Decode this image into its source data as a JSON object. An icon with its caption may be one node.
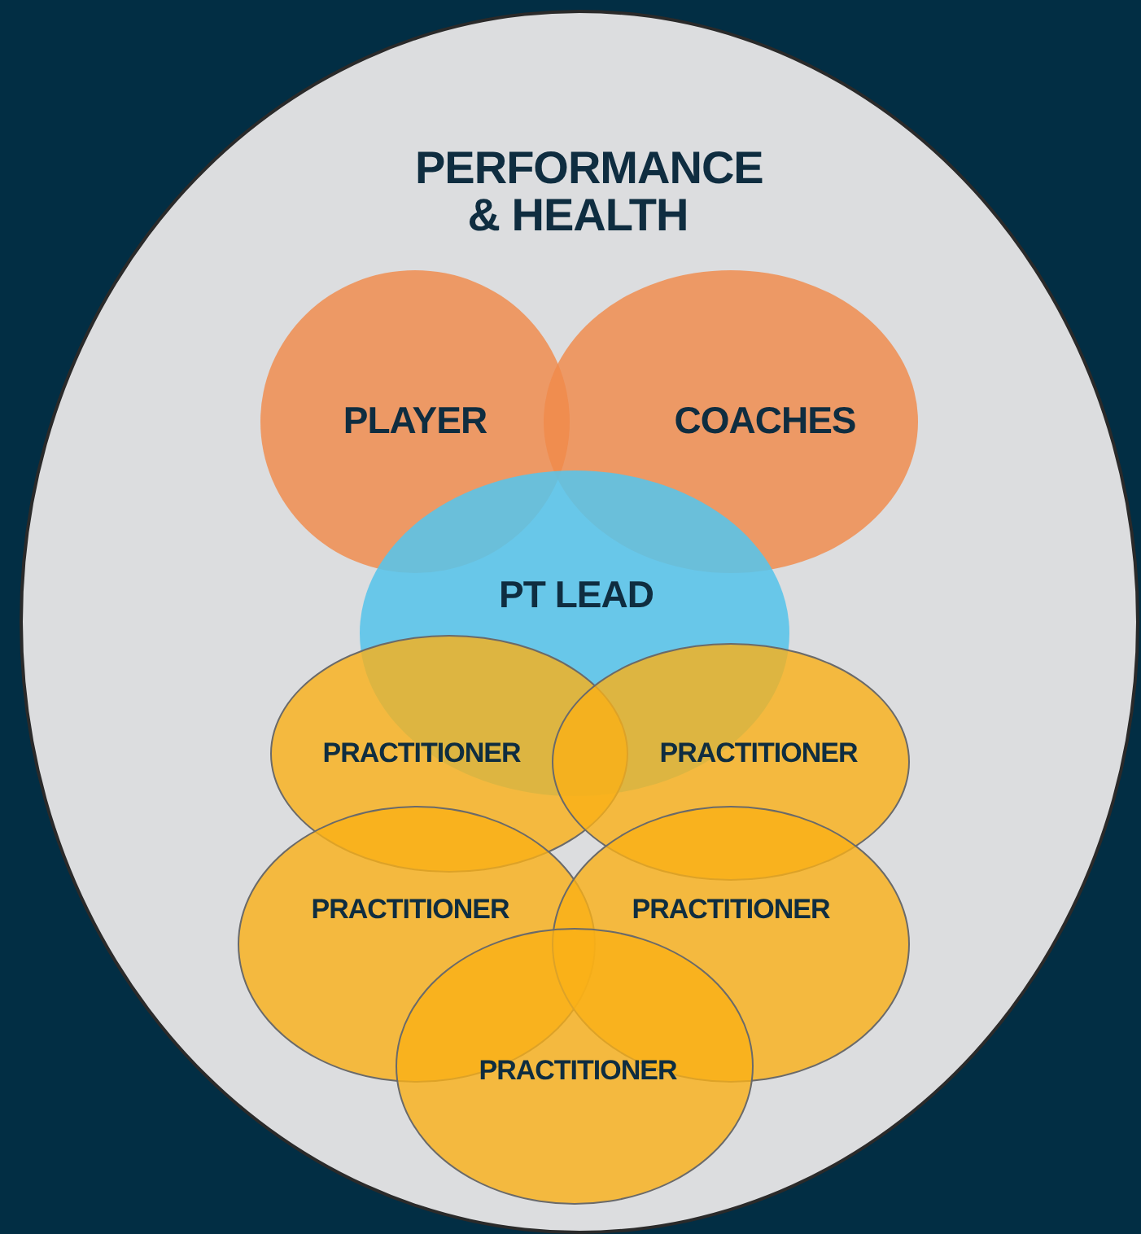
{
  "diagram": {
    "nodes": [
      {
        "text": [
          "PERFORMANCE & HEALTH"
        ]
      },
      {
        "text": [
          "PLAYER"
        ],
        "in": 0
      },
      {
        "text": [
          "COACHES"
        ],
        "in": 0
      },
      {
        "text": [
          "PT LEAD"
        ],
        "in": 0
      },
      {
        "text": [
          "PRACTITIONER"
        ],
        "in": 0
      },
      {
        "text": [
          "PRACTITIONER"
        ],
        "in": 0
      },
      {
        "text": [
          "PRACTITIONER"
        ],
        "in": 0
      },
      {
        "text": [
          "PRACTITIONER"
        ],
        "in": 0
      },
      {
        "text": [
          "PRACTITIONER"
        ],
        "in": 0
      }
    ]
  }
}
